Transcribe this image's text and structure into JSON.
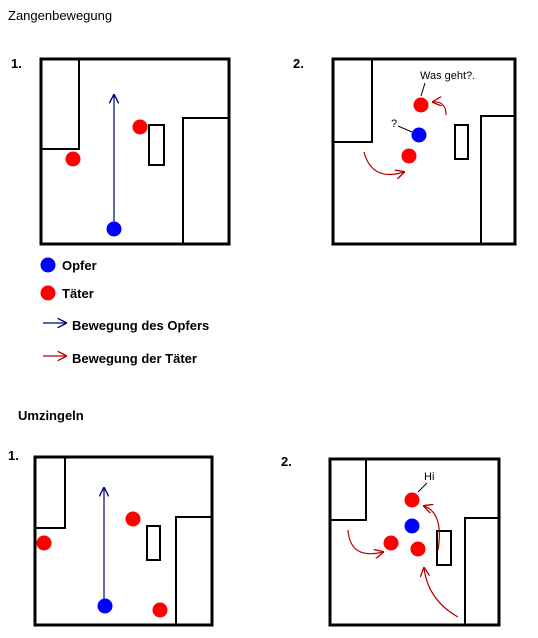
{
  "sections": [
    {
      "title": "Zangenbewegung",
      "panels": [
        {
          "label": "1.",
          "speech": []
        },
        {
          "label": "2.",
          "speech": [
            "Was geht?.",
            "?"
          ]
        }
      ]
    },
    {
      "title": "Umzingeln",
      "panels": [
        {
          "label": "1.",
          "speech": []
        },
        {
          "label": "2.",
          "speech": [
            "Hi"
          ]
        }
      ]
    }
  ],
  "legend": {
    "victim": "Opfer",
    "attacker": "Täter",
    "victim_move": "Bewegung des Opfers",
    "attacker_move": "Bewegung der Täter"
  },
  "colors": {
    "victim": "#0000ff",
    "attacker": "#ff0000",
    "victim_arrow": "#00007f",
    "attacker_arrow": "#b80000",
    "walls": "#000000"
  }
}
